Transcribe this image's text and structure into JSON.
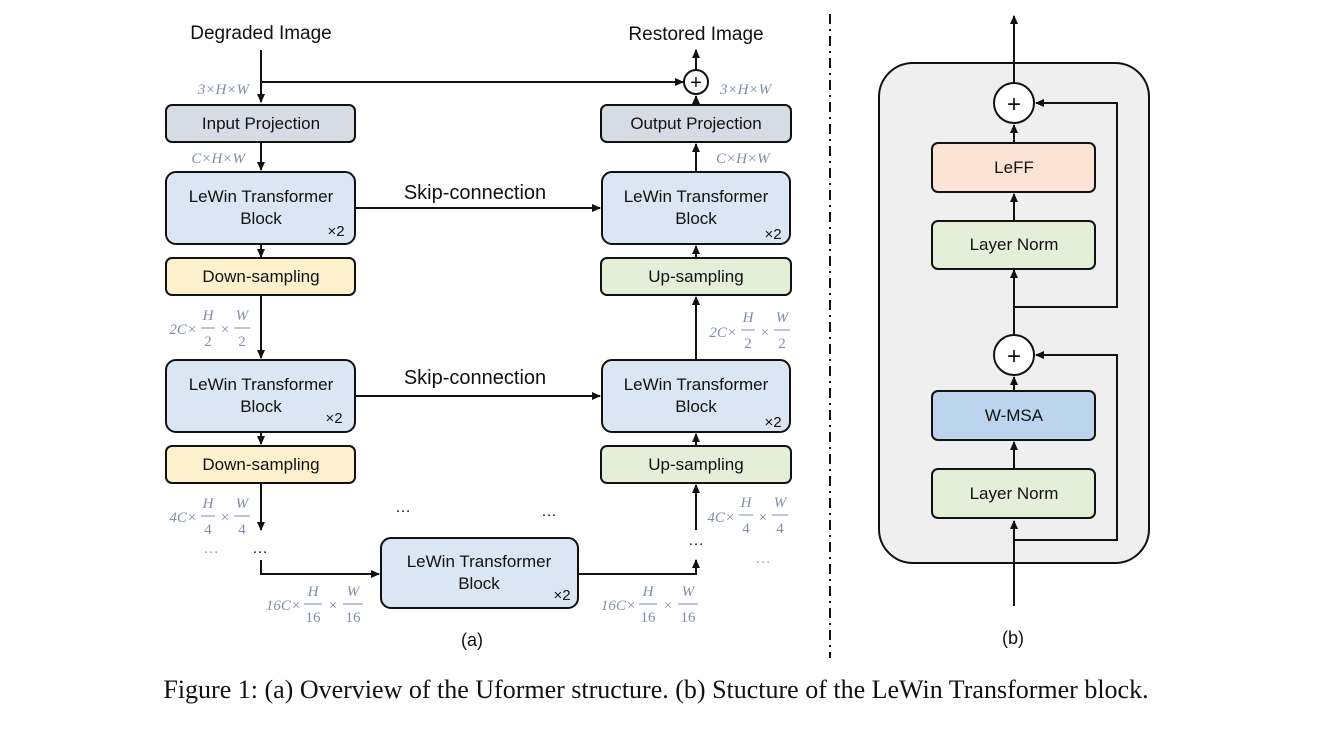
{
  "panel_a": {
    "input_label": "Degraded Image",
    "output_label": "Restored Image",
    "input_projection": "Input Projection",
    "output_projection": "Output Projection",
    "lewin_line1": "LeWin Transformer",
    "lewin_line2": "Block",
    "times2": "×2",
    "down_sampling": "Down-sampling",
    "up_sampling": "Up-sampling",
    "skip_connection": "Skip-connection",
    "ellipsis": "…",
    "dim_3HW": "3×H×W",
    "dim_CHW": "C×H×W",
    "dim_2C": "2C×",
    "dim_4C": "4C×",
    "dim_16C": "16C×",
    "times": "×",
    "sym_H": "H",
    "sym_W": "W",
    "den_2": "2",
    "den_4": "4",
    "den_16": "16",
    "plus": "+",
    "label": "(a)"
  },
  "panel_b": {
    "leff": "LeFF",
    "layer_norm": "Layer Norm",
    "wmsa": "W-MSA",
    "plus": "+",
    "label": "(b)"
  },
  "caption": "Figure 1: (a) Overview of the Uformer structure. (b) Stucture of the LeWin Transformer block.",
  "colors": {
    "projection": "#d6dbe4",
    "lewin": "#dae6f4",
    "down": "#fdf0cc",
    "up": "#e3efd9",
    "leff": "#fbe4d6",
    "layernorm": "#e3efd9",
    "wmsa": "#bcd4ee",
    "panel_b_bg": "#efefef",
    "dim_text": "#7f8fa8"
  }
}
